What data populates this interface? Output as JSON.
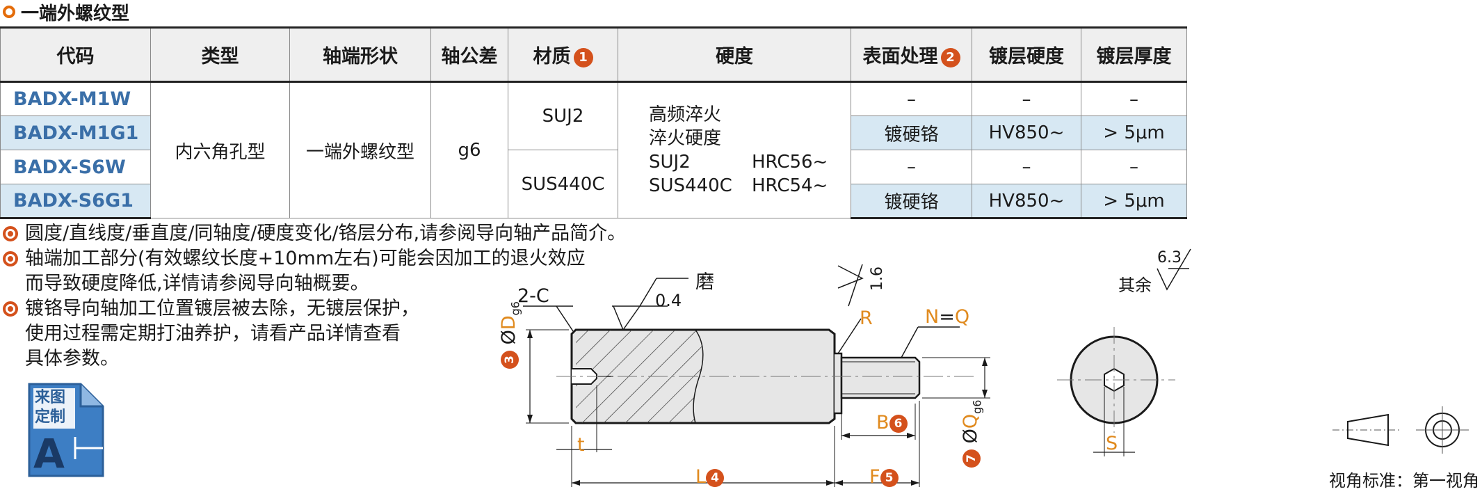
{
  "title": "一端外螺纹型",
  "table": {
    "headers": [
      "代码",
      "类型",
      "轴端形状",
      "轴公差",
      "材质",
      "硬度",
      "表面处理",
      "镀层硬度",
      "镀层厚度"
    ],
    "header_badges": {
      "material": "1",
      "surface": "2"
    },
    "codes": [
      "BADX-M1W",
      "BADX-M1G1",
      "BADX-S6W",
      "BADX-S6G1"
    ],
    "type": "内六角孔型",
    "shaft_end": "一端外螺纹型",
    "tolerance": "g6",
    "materials": [
      "SUJ2",
      "SUS440C"
    ],
    "hardness": {
      "line1": "高频淬火",
      "line2": "淬火硬度",
      "rows": [
        {
          "material": "SUJ2",
          "value": "HRC56~"
        },
        {
          "material": "SUS440C",
          "value": "HRC54~"
        }
      ]
    },
    "rows": [
      {
        "surface": "–",
        "plating_hardness": "–",
        "plating_thickness": "–"
      },
      {
        "surface": "镀硬铬",
        "plating_hardness": "HV850~",
        "plating_thickness": "> 5μm"
      },
      {
        "surface": "–",
        "plating_hardness": "–",
        "plating_thickness": "–"
      },
      {
        "surface": "镀硬铬",
        "plating_hardness": "HV850~",
        "plating_thickness": "> 5μm"
      }
    ]
  },
  "notes": [
    "圆度/直线度/垂直度/同轴度/硬度变化/铬层分布,请参阅导向轴产品简介。",
    "轴端加工部分(有效螺纹长度+10mm左右)可能会因加工的退火效应\n而导致硬度降低,详情请参阅导向轴概要。",
    "镀铬导向轴加工位置镀层被去除，无镀层保护，\n使用过程需定期打油养护，请看产品详情查看\n具体参数。"
  ],
  "badge": {
    "line1": "来图",
    "line2": "定制",
    "letter": "A"
  },
  "drawing": {
    "chamfer": "2-C",
    "grind": "磨",
    "roughness_a": "0.4",
    "roughness_b": "1.6",
    "roughness_rest": "6.3",
    "rest_label": "其余",
    "radius": "R",
    "thread": {
      "n": "N",
      "eq": "=",
      "q": "Q"
    },
    "dia_d": {
      "sym": "Ø",
      "letter": "D",
      "sub": "g6",
      "num": "3"
    },
    "dia_q": {
      "sym": "Ø",
      "letter": "Q",
      "sub": "g6",
      "num": "7"
    },
    "len_b": {
      "letter": "B",
      "num": "6"
    },
    "len_l": {
      "letter": "L",
      "num": "4"
    },
    "len_f": {
      "letter": "F",
      "num": "5"
    },
    "t": "t",
    "s": "S"
  },
  "footer": "视角标准：第一视角",
  "colors": {
    "accent": "#d4511c",
    "code_blue": "#3a6fa8",
    "stripe": "#d7e8f3",
    "label_orange": "#e08a1e"
  }
}
